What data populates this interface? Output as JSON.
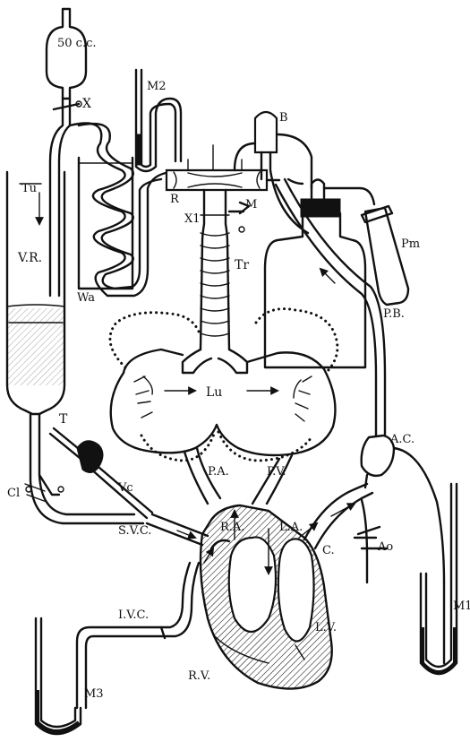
{
  "labels": {
    "syringe": "50 c.c.",
    "clip_x": "X",
    "m2": "M2",
    "b": "B",
    "tu": "Tu",
    "vr": "V.R.",
    "wa": "Wa",
    "r": "R",
    "x1": "X1",
    "m": "M",
    "tr": "Tr",
    "pm": "Pm",
    "pb": "P.B.",
    "lu": "Lu",
    "t": "T",
    "ac": "A.C.",
    "cl": "Cl",
    "vc": "Vc",
    "pa": "P.A.",
    "pv": "P.V.",
    "svc": "S.V.C.",
    "ra": "R.A.",
    "la": "L.A.",
    "c": "C.",
    "ao": "Ao",
    "ivc": "I.V.C.",
    "rv": "R.V.",
    "lv": "L.V.",
    "m1": "M1",
    "m3": "M3"
  }
}
